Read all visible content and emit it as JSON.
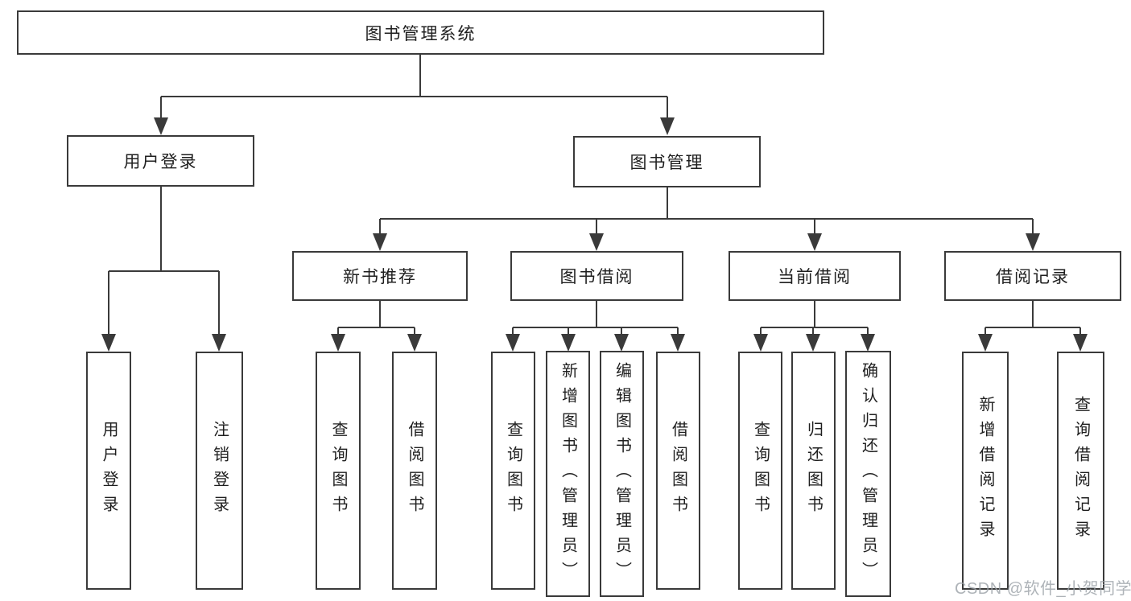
{
  "page": {
    "background": "#ffffff"
  },
  "colors": {
    "line": "#3a3a3a",
    "box_border": "#3a3a3a",
    "text": "#1f1f1f",
    "watermark": "#9aa0a6"
  },
  "watermark": {
    "text": "CSDN @软件_小贺同学"
  },
  "nodes": {
    "root": {
      "label": "图书管理系统"
    },
    "user_login": {
      "label": "用户登录"
    },
    "book_management": {
      "label": "图书管理"
    },
    "new_book_recommend": {
      "label": "新书推荐"
    },
    "book_borrowing": {
      "label": "图书借阅"
    },
    "current_borrowing": {
      "label": "当前借阅"
    },
    "borrow_records": {
      "label": "借阅记录"
    },
    "user_login_leaf": {
      "label": "用户登录"
    },
    "logout_leaf": {
      "label": "注销登录"
    },
    "nb_query_books": {
      "label": "查询图书"
    },
    "nb_borrow_books": {
      "label": "借阅图书"
    },
    "bb_query_books": {
      "label": "查询图书"
    },
    "bb_add_book_admin": {
      "label": "新增图书（管理员）"
    },
    "bb_edit_book_admin": {
      "label": "编辑图书（管理员）"
    },
    "bb_borrow_books": {
      "label": "借阅图书"
    },
    "cb_query_books": {
      "label": "查询图书"
    },
    "cb_return_books": {
      "label": "归还图书"
    },
    "cb_confirm_return_admin": {
      "label": "确认归还（管理员）"
    },
    "br_add_record": {
      "label": "新增借阅记录"
    },
    "br_query_record": {
      "label": "查询借阅记录"
    }
  },
  "hierarchy": {
    "root": [
      "user_login",
      "book_management"
    ],
    "user_login": [
      "user_login_leaf",
      "logout_leaf"
    ],
    "book_management": [
      "new_book_recommend",
      "book_borrowing",
      "current_borrowing",
      "borrow_records"
    ],
    "new_book_recommend": [
      "nb_query_books",
      "nb_borrow_books"
    ],
    "book_borrowing": [
      "bb_query_books",
      "bb_add_book_admin",
      "bb_edit_book_admin",
      "bb_borrow_books"
    ],
    "current_borrowing": [
      "cb_query_books",
      "cb_return_books",
      "cb_confirm_return_admin"
    ],
    "borrow_records": [
      "br_add_record",
      "br_query_record"
    ]
  }
}
